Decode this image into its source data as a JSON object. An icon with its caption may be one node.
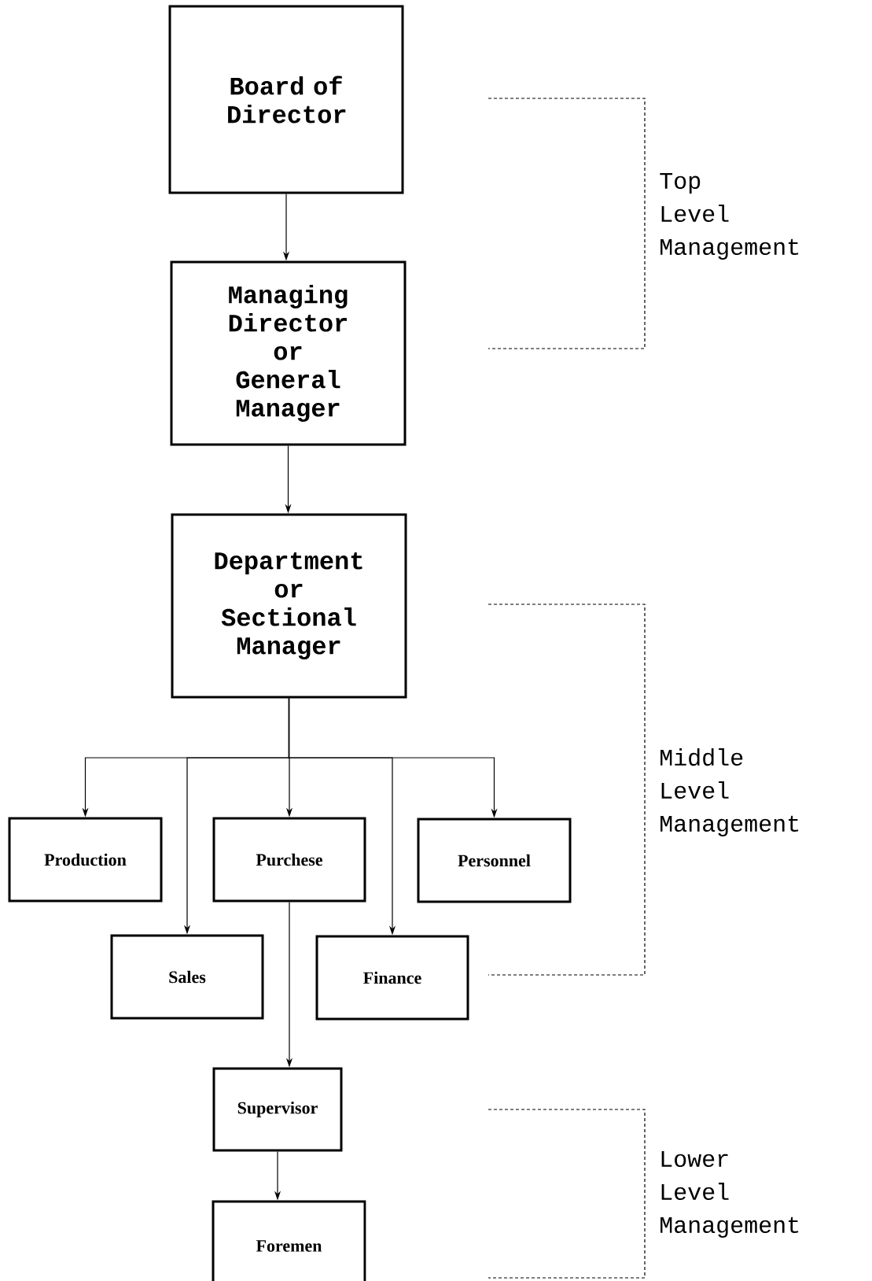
{
  "diagram": {
    "nodes": [
      {
        "text": [
          "Board of Director"
        ]
      },
      {
        "text": [
          "Managing Director or General Manager"
        ]
      },
      {
        "text": [
          "Department or Sectional Manager"
        ]
      },
      {
        "text": [
          "Production"
        ]
      },
      {
        "text": [
          "Purchese"
        ]
      },
      {
        "text": [
          "Personnel"
        ]
      },
      {
        "text": [
          "Sales"
        ]
      },
      {
        "text": [
          "Finance"
        ]
      },
      {
        "text": [
          "Supervisor"
        ]
      },
      {
        "text": [
          "Foremen"
        ]
      }
    ],
    "edges": [
      {
        "from": 0,
        "to": 1,
        "arrow": "to"
      },
      {
        "from": 1,
        "to": 2,
        "arrow": "to"
      },
      {
        "from": 2,
        "to": 3,
        "arrow": "to"
      },
      {
        "from": 2,
        "to": 6,
        "arrow": "to"
      },
      {
        "from": 2,
        "to": 4,
        "arrow": "to"
      },
      {
        "from": 2,
        "to": 7,
        "arrow": "to"
      },
      {
        "from": 2,
        "to": 5,
        "arrow": "to"
      },
      {
        "from": 4,
        "to": 8,
        "arrow": "to"
      },
      {
        "from": 8,
        "to": 9,
        "arrow": "to"
      }
    ],
    "labels": [
      "Top Level Management",
      "Middle Level Management",
      "Lower Level Management"
    ]
  }
}
